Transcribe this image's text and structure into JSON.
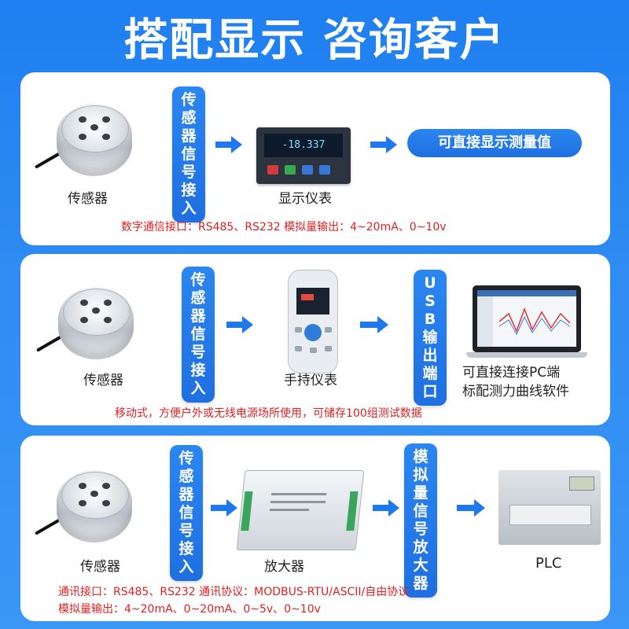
{
  "title": "搭配显示 咨询客户",
  "panels": [
    {
      "sensor_label": "传感器",
      "input_label": [
        "传",
        "感",
        "器",
        "信",
        "号",
        "接",
        "入"
      ],
      "device_label": "显示仪表",
      "meter_reading": "-18.337",
      "result_label": "可直接显示测量值",
      "note": "数字通信接口：RS485、RS232 模拟量输出：4~20mA、0~10v"
    },
    {
      "sensor_label": "传感器",
      "input_label": [
        "传",
        "感",
        "器",
        "信",
        "号",
        "接",
        "入"
      ],
      "device_label": "手持仪表",
      "output_label": [
        "U",
        "S",
        "B",
        "输",
        "出",
        "端",
        "口"
      ],
      "result_line1": "可直接连接PC端",
      "result_line2": "标配测力曲线软件",
      "note": "移动式，方便户外或无线电源场所使用，可储存100组测试数据"
    },
    {
      "sensor_label": "传感器",
      "input_label": [
        "传",
        "感",
        "器",
        "信",
        "号",
        "接",
        "入"
      ],
      "device_label": "放大器",
      "output_label": [
        "模",
        "拟",
        "量",
        "信",
        "号",
        "放",
        "大",
        "器"
      ],
      "result_label": "PLC",
      "note_line1": "通讯接口：RS485、RS232 通讯协议：MODBUS-RTU/ASCII/自由协议",
      "note_line2": "模拟量输出：4~20mA、0~20mA、0~5v、0~10v"
    }
  ],
  "colors": {
    "background": "#2f8cf3",
    "accent": "#1f78ef",
    "note": "#e02020"
  }
}
